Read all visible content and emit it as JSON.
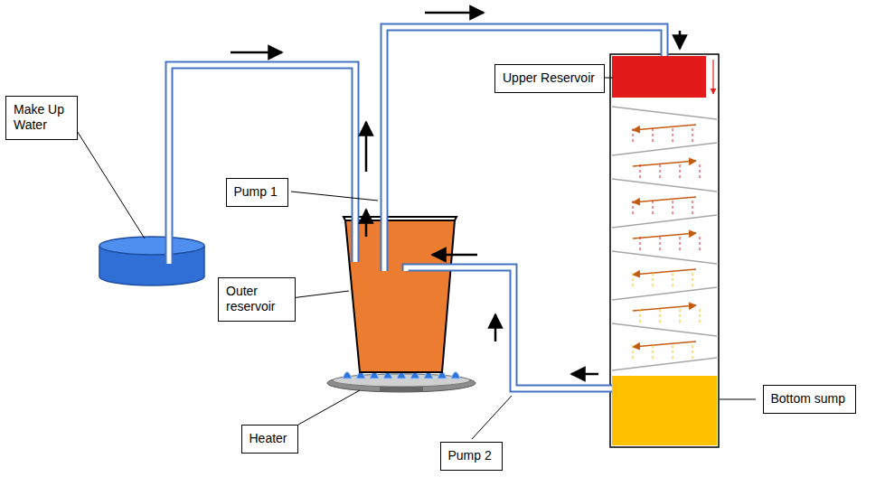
{
  "diagram": {
    "nodes": [
      {
        "text": [
          "Upper Reservoir"
        ]
      },
      {
        "text": [
          "Make Up Water"
        ]
      },
      {
        "text": [
          "Pump 1"
        ]
      },
      {
        "text": [
          "Outer reservoir"
        ]
      },
      {
        "text": [
          "Bottom sump"
        ]
      },
      {
        "text": [
          "Heater"
        ]
      },
      {
        "text": [
          "Pump 2"
        ]
      }
    ]
  }
}
